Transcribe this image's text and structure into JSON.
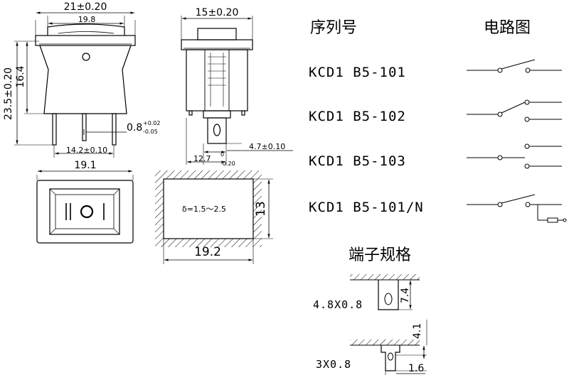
{
  "dimensions": {
    "top_width": "21±0.20",
    "top_inner_width": "19.8",
    "total_height": "23.5±0.20",
    "body_height": "16.4",
    "terminal_thickness_main": "0.8",
    "terminal_thickness_sup": "+0.02",
    "terminal_thickness_sub": "-0.05",
    "pin_spacing": "14.2±0.10",
    "front_width": "19.1",
    "side_width": "15±0.20",
    "pin_offset": "4.7±0.10",
    "side_depth_main": "12.7",
    "side_depth_sup": "0",
    "side_depth_sub": "-0.20",
    "cutout_width": "19.2",
    "cutout_height": "13",
    "panel_thickness": "δ=1.5～2.5"
  },
  "switch_face": {
    "label": "I I O I"
  },
  "table": {
    "model_header": "序列号",
    "circuit_header": "电路图",
    "models": [
      "KCD1 B5-101",
      "KCD1 B5-102",
      "KCD1 B5-103",
      "KCD1 B5-101/N"
    ]
  },
  "terminals": {
    "title": "端子规格",
    "items": [
      {
        "label": "4.8X0.8",
        "dim": "7.4"
      },
      {
        "label": "3X0.8",
        "dim_height": "4.1",
        "dim_width": "1.6"
      }
    ]
  }
}
